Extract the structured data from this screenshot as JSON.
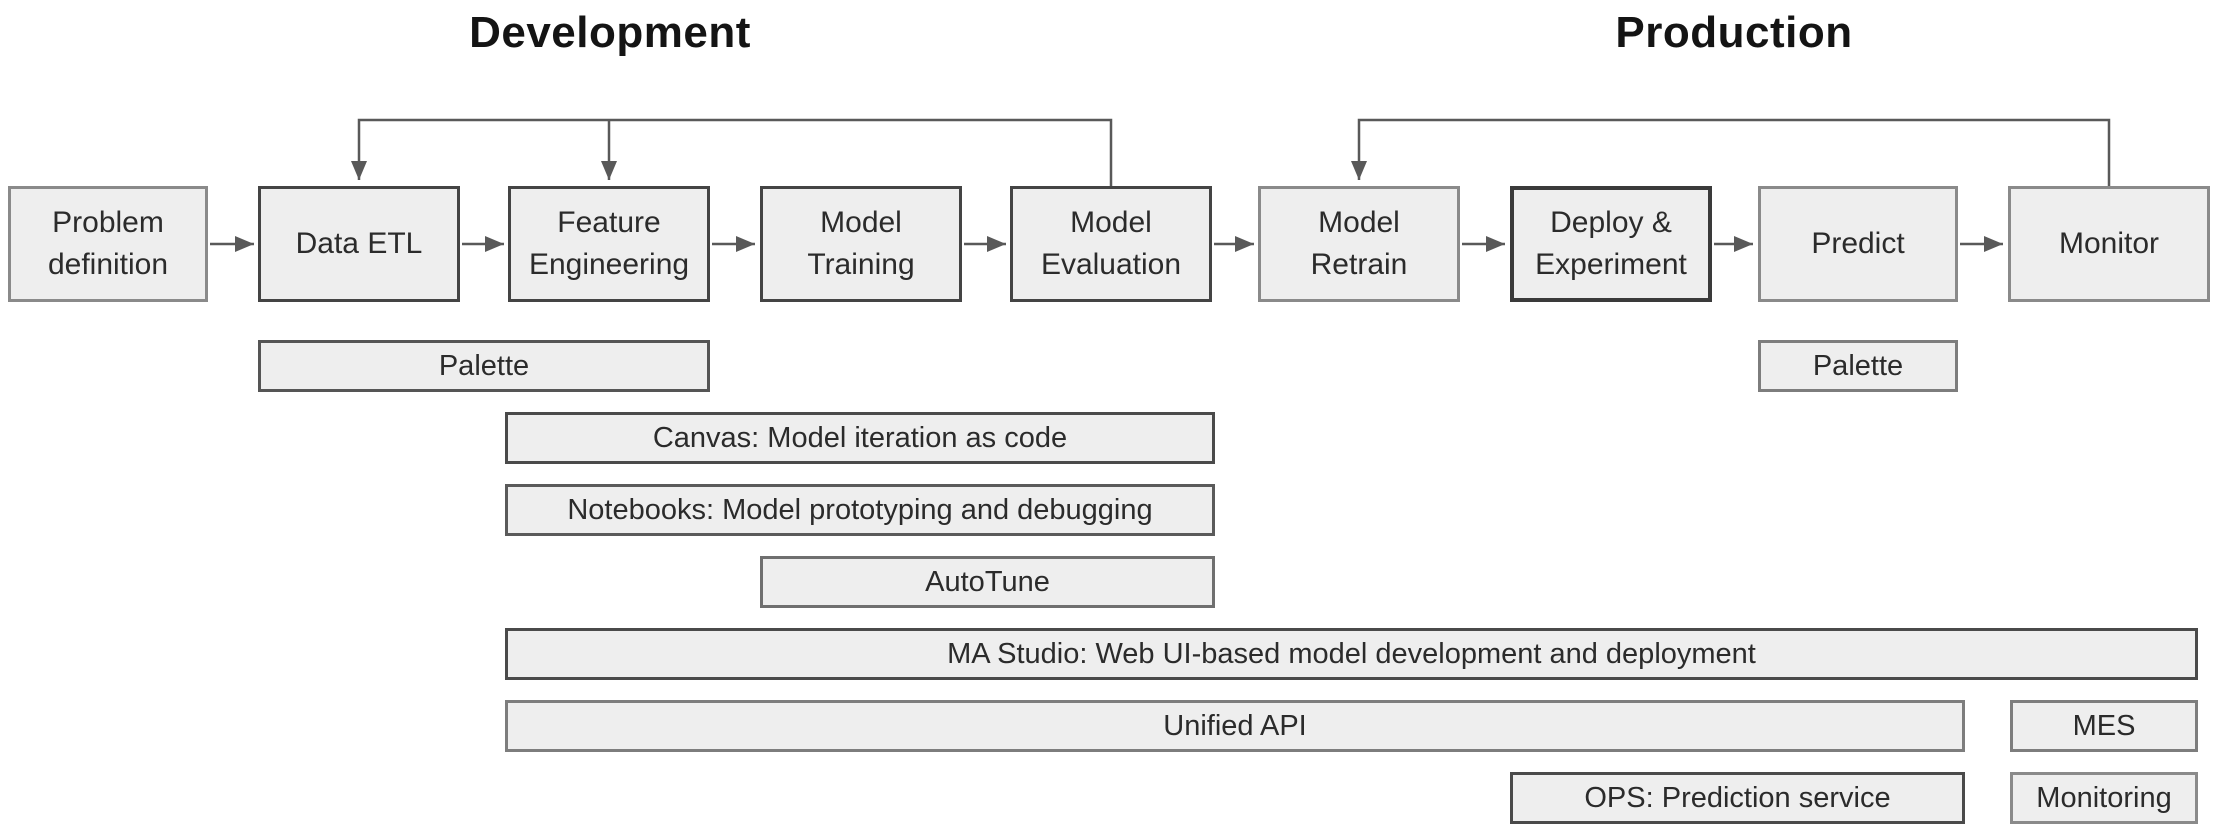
{
  "diagram": {
    "section_titles": {
      "development": "Development",
      "production": "Production"
    },
    "pipeline": [
      {
        "label": "Problem\ndefinition"
      },
      {
        "label": "Data ETL"
      },
      {
        "label": "Feature\nEngineering"
      },
      {
        "label": "Model\nTraining"
      },
      {
        "label": "Model\nEvaluation"
      },
      {
        "label": "Model\nRetrain"
      },
      {
        "label": "Deploy &\nExperiment"
      },
      {
        "label": "Predict"
      },
      {
        "label": "Monitor"
      }
    ],
    "tools": {
      "palette_dev": "Palette",
      "canvas": "Canvas: Model iteration as code",
      "notebooks": "Notebooks: Model prototyping and debugging",
      "autotune": "AutoTune",
      "ma_studio": "MA Studio: Web UI-based model development and deployment",
      "unified_api": "Unified API",
      "mes": "MES",
      "ops": "OPS: Prediction service",
      "palette_prod": "Palette",
      "monitoring": "Monitoring"
    },
    "colors": {
      "box_fill": "#eeeeee",
      "border_dark": "#444444",
      "border_medium": "#8c8c8c",
      "connector_line": "#595959"
    }
  }
}
